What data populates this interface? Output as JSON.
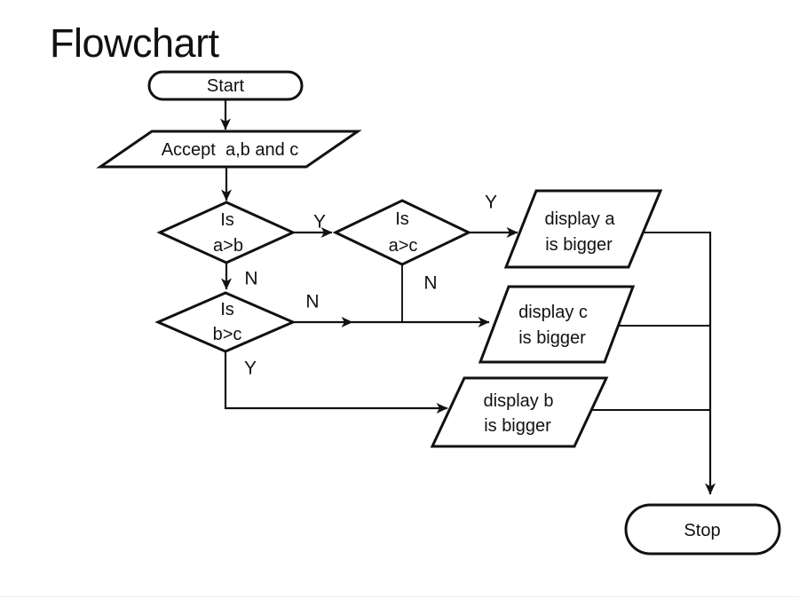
{
  "title": "Flowchart",
  "colors": {
    "ink": "#111111",
    "background": "#ffffff"
  },
  "nodes": {
    "start": {
      "type": "terminator",
      "label": "Start"
    },
    "accept": {
      "type": "input",
      "label": "Accept  a,b and c"
    },
    "is_a_gt_b": {
      "type": "decision",
      "line1": "Is",
      "line2": "a>b"
    },
    "is_a_gt_c": {
      "type": "decision",
      "line1": "Is",
      "line2": "a>c"
    },
    "is_b_gt_c": {
      "type": "decision",
      "line1": "Is",
      "line2": "b>c"
    },
    "display_a": {
      "type": "output",
      "line1": "display a",
      "line2": "is bigger"
    },
    "display_c": {
      "type": "output",
      "line1": "display c",
      "line2": "is bigger"
    },
    "display_b": {
      "type": "output",
      "line1": "display b",
      "line2": "is bigger"
    },
    "stop": {
      "type": "terminator",
      "label": "Stop"
    }
  },
  "edges": {
    "a_gt_b_yes": "Y",
    "a_gt_b_no": "N",
    "a_gt_c_yes": "Y",
    "a_gt_c_no": "N",
    "b_gt_c_no": "N",
    "b_gt_c_yes": "Y"
  }
}
